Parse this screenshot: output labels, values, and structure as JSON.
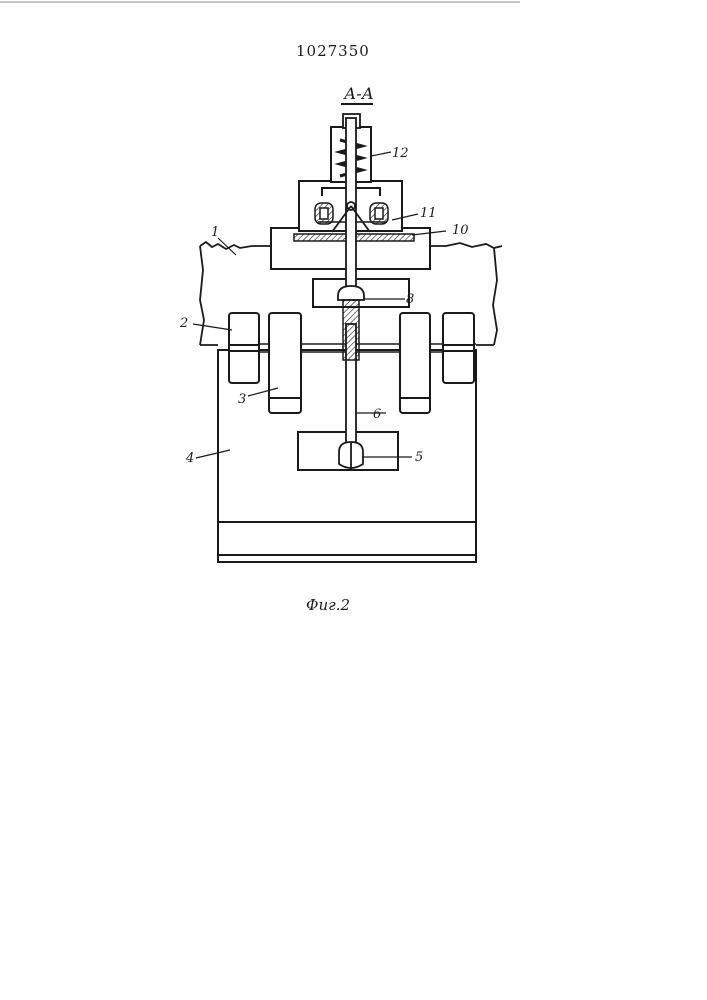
{
  "document": {
    "patent_number": "1027350",
    "section_label": "А-А",
    "figure_caption": "Фиг.2"
  },
  "callouts": [
    {
      "id": "c1",
      "text": "1"
    },
    {
      "id": "c2",
      "text": "2"
    },
    {
      "id": "c3",
      "text": "3"
    },
    {
      "id": "c4",
      "text": "4"
    },
    {
      "id": "c5",
      "text": "5"
    },
    {
      "id": "c6",
      "text": "6"
    },
    {
      "id": "c8",
      "text": "8"
    },
    {
      "id": "c10",
      "text": "10"
    },
    {
      "id": "c11",
      "text": "11"
    },
    {
      "id": "c12",
      "text": "12"
    }
  ]
}
